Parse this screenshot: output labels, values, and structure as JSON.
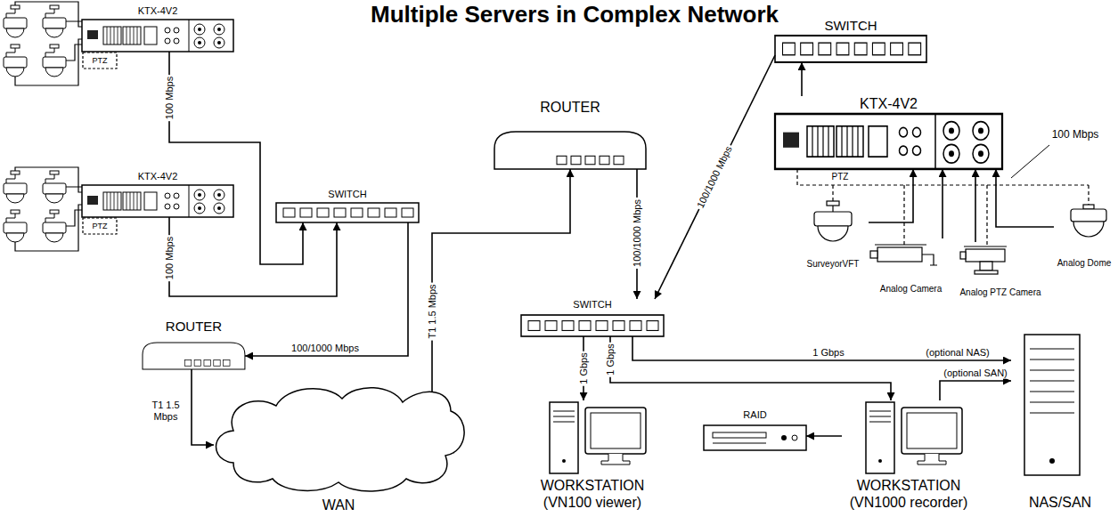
{
  "diagram": {
    "title": "Multiple Servers in Complex Network",
    "nodes": [
      {
        "text": [
          "KTX-4V2"
        ]
      },
      {
        "text": [
          "KTX-4V2"
        ]
      },
      {
        "text": [
          "SWITCH"
        ]
      },
      {
        "text": [
          "ROUTER"
        ]
      },
      {
        "text": [
          "WAN"
        ]
      },
      {
        "text": [
          "ROUTER"
        ]
      },
      {
        "text": [
          "SWITCH"
        ]
      },
      {
        "text": [
          "KTX-4V2"
        ]
      },
      {
        "text": [
          "SurveyorVFT"
        ]
      },
      {
        "text": [
          "Analog Camera"
        ]
      },
      {
        "text": [
          "Analog PTZ Camera"
        ]
      },
      {
        "text": [
          "Analog Dome"
        ]
      },
      {
        "text": [
          "SWITCH"
        ]
      },
      {
        "text": [
          "WORKSTATION",
          "(VN100 viewer)"
        ]
      },
      {
        "text": [
          "RAID"
        ]
      },
      {
        "text": [
          "WORKSTATION",
          "(VN1000 recorder)"
        ]
      },
      {
        "text": [
          "NAS/SAN"
        ]
      }
    ],
    "edges": [
      {
        "from": 0,
        "to": 2,
        "label": "100 Mbps",
        "arrow": "to"
      },
      {
        "from": 1,
        "to": 2,
        "label": "100 Mbps",
        "arrow": "to"
      },
      {
        "from": 2,
        "to": 3,
        "label": "100/1000 Mbps",
        "arrow": "to"
      },
      {
        "from": 3,
        "to": 4,
        "label": "T1 1.5 Mbps",
        "arrow": "to"
      },
      {
        "from": 4,
        "to": 5,
        "label": "T1 1.5 Mbps",
        "arrow": "to"
      },
      {
        "from": 5,
        "to": 12,
        "label": "100/1000 Mbps",
        "arrow": "to"
      },
      {
        "from": 7,
        "to": 6,
        "arrow": "to"
      },
      {
        "from": 6,
        "to": 12,
        "label": "100/1000 Mbps",
        "arrow": "to"
      },
      {
        "from": 8,
        "to": 7,
        "arrow": "to"
      },
      {
        "from": 9,
        "to": 7,
        "arrow": "to"
      },
      {
        "from": 10,
        "to": 7,
        "arrow": "to"
      },
      {
        "from": 11,
        "to": 7,
        "arrow": "to"
      },
      {
        "from": 12,
        "to": 13,
        "label": "1 Gbps",
        "arrow": "to"
      },
      {
        "from": 12,
        "to": 15,
        "label": "1 Gbps",
        "arrow": "to"
      },
      {
        "from": 12,
        "to": 16,
        "label": "1 Gbps",
        "arrow": "to"
      },
      {
        "from": 15,
        "to": 16,
        "label": "(optional SAN)",
        "arrow": "to"
      },
      {
        "from": 15,
        "to": 14,
        "arrow": "to"
      }
    ],
    "labels": [
      "PTZ",
      "PTZ",
      "PTZ",
      "100 Mbps",
      "(optional NAS)"
    ]
  }
}
